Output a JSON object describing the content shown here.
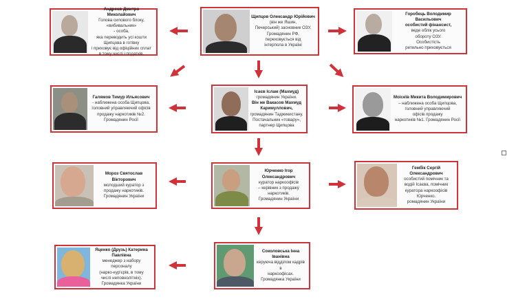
{
  "accent_color": "#d0323a",
  "people": {
    "tsyptsov": {
      "name": "Щипцов Олександр Юрійович",
      "lines": [
        "(він же Яшин,",
        "Печерський) засновник ОЗУ.",
        "Громадянин РФ,",
        "переховується від",
        "інтерпола в Україні"
      ]
    },
    "andreev": {
      "name": "Андреєв Дмитро Миколайович",
      "lines": [
        "Голова силового блоку,",
        "«вибивальник»",
        "- особа,",
        "яка переводить усі кошти",
        "Щипцова в готівку",
        "і приховує від офіційних сплат",
        "в тому числі і податків."
      ]
    },
    "horobets": {
      "name": "Горобець Володимир Васильович",
      "lines": [
        "особистий фінансист,",
        "веде облік усього",
        "обороту ОЗУ.",
        "Особистість",
        "ретельно приховується"
      ]
    },
    "galiamov": {
      "name": "Галямов Тимур Ильясович",
      "lines": [
        "- наближена особа Щипцова,",
        "головний управляючий офісів",
        "продажу наркотиків №2.",
        "Громадянин Росії"
      ]
    },
    "isaev": {
      "name": "Ісаєв Іслам (Махмуд)",
      "lines": [
        "громадянин України.",
        "Він же Вакасов Махмуд",
        "Каримуллович,",
        "громадянин Таджикистану.",
        "Постачальник «товару»,",
        "партнер Щипцова"
      ]
    },
    "moiseiv": {
      "name": "Моісеїв Микита Володимирович",
      "lines": [
        "– наближена особа Щипцова,",
        "головний управляючий",
        "офісів продажу",
        "наркотиків №1. Громадянин Росії"
      ]
    },
    "moroz": {
      "name": "Мороз Святослав Вікторович",
      "lines": [
        "молодший куратор з",
        "продажу наркотиків.",
        "Громадянин України"
      ]
    },
    "yurchenko": {
      "name": "Юрченко Ігор Олександрович",
      "lines": [
        "куратор наркоофісів",
        "– керівник з продажу",
        "наркотиків.",
        "Громадянин України"
      ]
    },
    "hembik": {
      "name": "Гембік Сергій Олександрович",
      "lines": [
        "особистий помічник та",
        "водій Ісаєва, помічник",
        "куратора наркоофісів",
        "Юрченко.",
        "ромадянин України"
      ]
    },
    "yatsenko": {
      "name": "Яценко (Друзь) Катерина Павлівна",
      "lines": [
        "менеджер з набору персоналу",
        "(нарко-кур'єрів, в тому",
        "числі неповнолітніх).",
        "Громадянка України"
      ]
    },
    "sokolovska": {
      "name": "Соколовська Інна Іванівна",
      "lines": [
        "керуюча відділом кадрів в",
        "наркоофісах.",
        "Громадянка України"
      ]
    }
  }
}
